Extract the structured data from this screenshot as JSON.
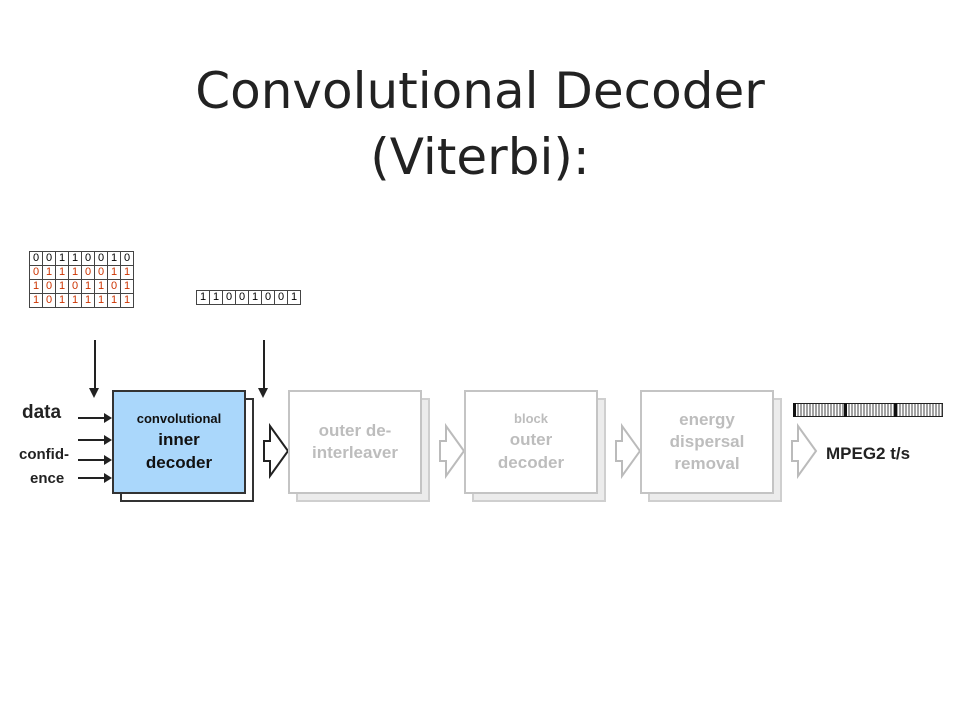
{
  "title": {
    "line1": "Convolutional Decoder",
    "line2": "(Viterbi):"
  },
  "bit_matrix": [
    [
      "0",
      "0",
      "1",
      "1",
      "0",
      "0",
      "1",
      "0"
    ],
    [
      "0",
      "1",
      "1",
      "1",
      "0",
      "0",
      "1",
      "1"
    ],
    [
      "1",
      "0",
      "1",
      "0",
      "1",
      "1",
      "0",
      "1"
    ],
    [
      "1",
      "0",
      "1",
      "1",
      "1",
      "1",
      "1",
      "1"
    ]
  ],
  "bit_matrix_row_colors": [
    "#000000",
    "#cc3300",
    "#cc3300",
    "#cc3300"
  ],
  "output_bits": [
    "1",
    "1",
    "0",
    "0",
    "1",
    "0",
    "0",
    "1"
  ],
  "inputs": {
    "data_label": "data",
    "confidence_line1": "confid-",
    "confidence_line2": "ence"
  },
  "blocks": [
    {
      "line1": "convolutional",
      "line2": "inner",
      "line3": "decoder",
      "state": "active"
    },
    {
      "line1": "outer de-",
      "line2": "interleaver",
      "state": "inactive"
    },
    {
      "line1": "block",
      "line2": "outer",
      "line3": "decoder",
      "state": "inactive"
    },
    {
      "line1": "energy",
      "line2": "dispersal",
      "line3": "removal",
      "state": "inactive"
    }
  ],
  "output_label": "MPEG2 t/s",
  "colors": {
    "active_fill": "#aad7fb",
    "inactive_text": "#bdbdbd",
    "red_bits": "#cc3300"
  }
}
